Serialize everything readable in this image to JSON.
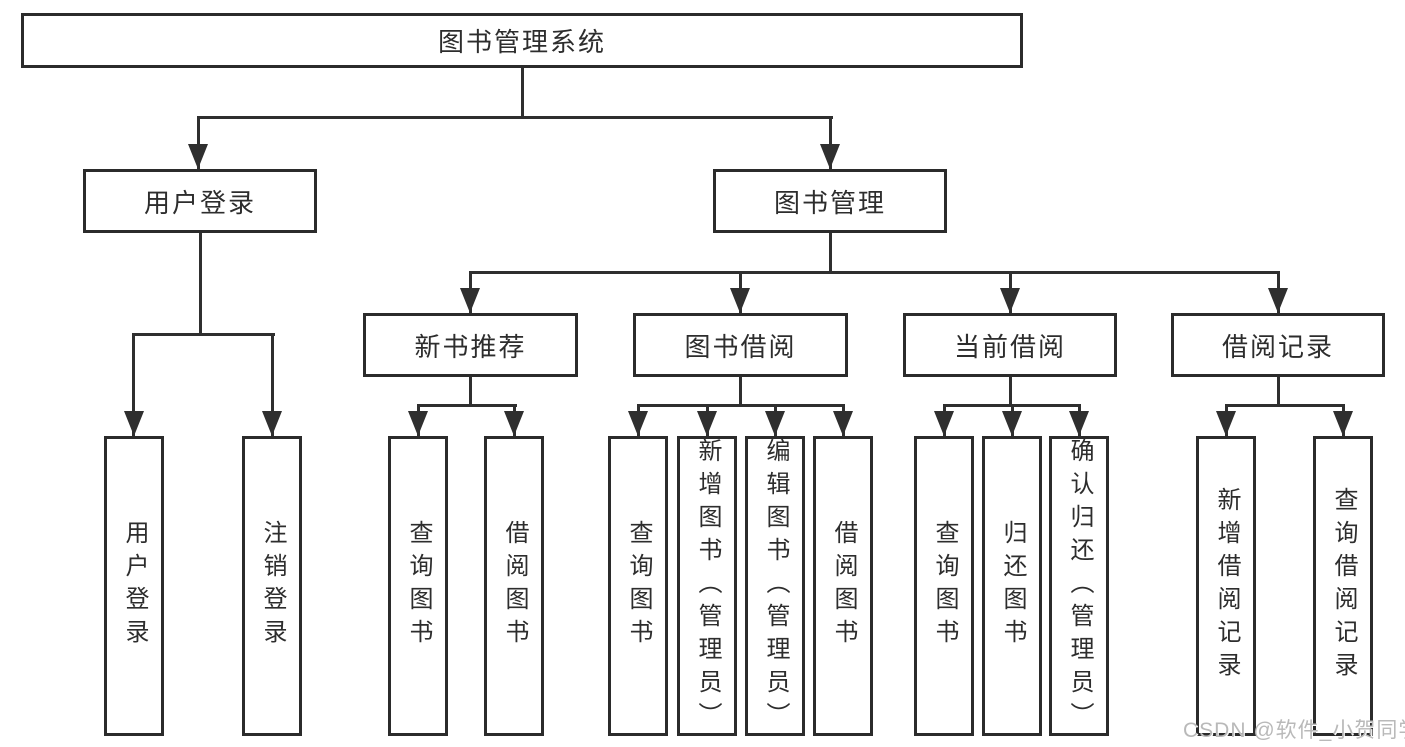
{
  "diagram": {
    "root": {
      "label": "图书管理系统"
    },
    "level2": {
      "user_login": {
        "label": "用户登录"
      },
      "book_management": {
        "label": "图书管理"
      }
    },
    "level3": {
      "new_book_recommend": {
        "label": "新书推荐"
      },
      "book_borrowing": {
        "label": "图书借阅"
      },
      "current_borrowing": {
        "label": "当前借阅"
      },
      "borrowing_records": {
        "label": "借阅记录"
      }
    },
    "leaves": {
      "user_login": [
        {
          "label": "用户登录"
        },
        {
          "label": "注销登录"
        }
      ],
      "new_book_recommend": [
        {
          "label": "查询图书"
        },
        {
          "label": "借阅图书"
        }
      ],
      "book_borrowing": [
        {
          "label": "查询图书"
        },
        {
          "label": "新增图书（管理员）"
        },
        {
          "label": "编辑图书（管理员）"
        },
        {
          "label": "借阅图书"
        }
      ],
      "current_borrowing": [
        {
          "label": "查询图书"
        },
        {
          "label": "归还图书"
        },
        {
          "label": "确认归还（管理员）"
        }
      ],
      "borrowing_records": [
        {
          "label": "新增借阅记录"
        },
        {
          "label": "查询借阅记录"
        }
      ]
    }
  },
  "watermark": {
    "text": "CSDN @软件_小贺同学"
  },
  "colors": {
    "line": "#2f2f2f",
    "border": "#2b2b2b",
    "text": "#2d2d2d",
    "watermark": "#b9b9b9",
    "background": "#ffffff"
  }
}
